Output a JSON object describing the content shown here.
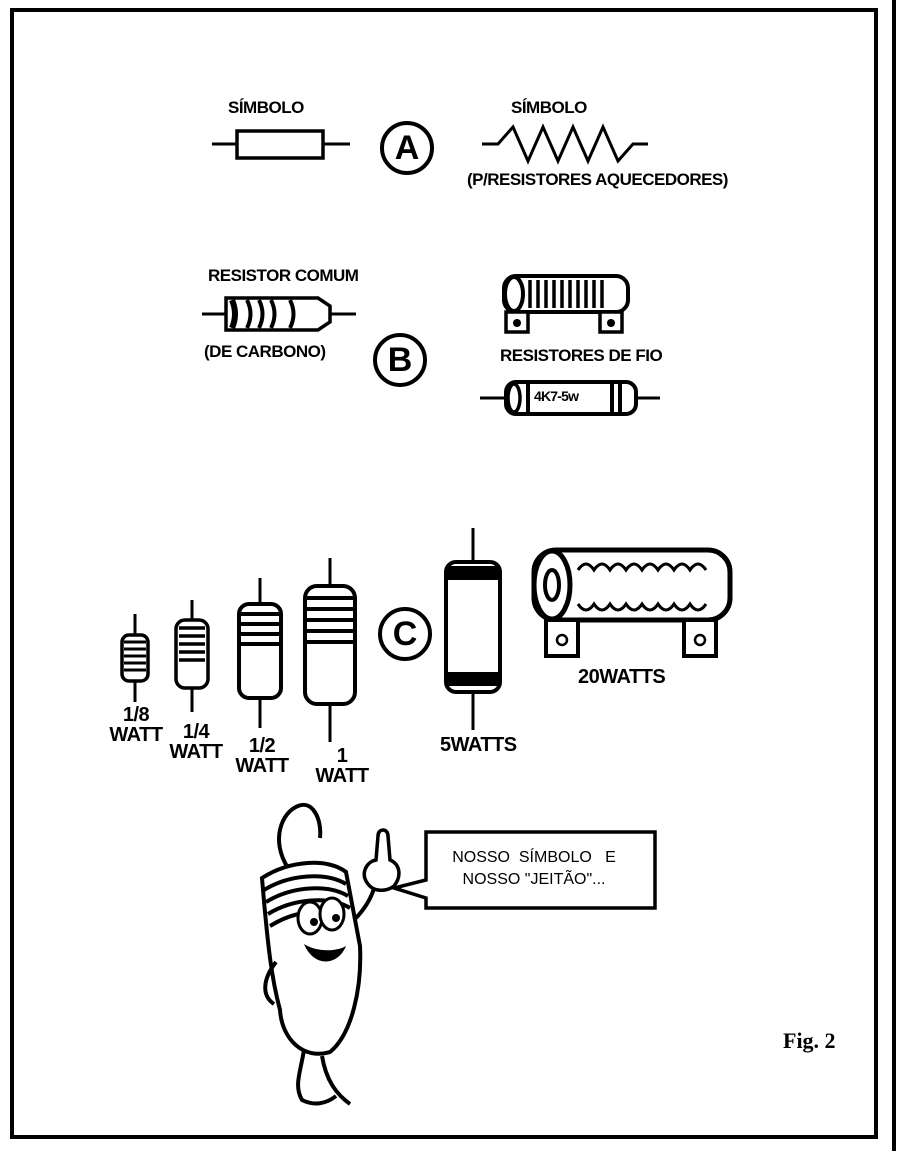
{
  "section_a": {
    "letter": "A",
    "symbol_label": "SÍMBOLO",
    "heater_symbol_label": "SÍMBOLO",
    "heater_caption": "(P/RESISTORES AQUECEDORES)"
  },
  "section_b": {
    "letter": "B",
    "common_label": "RESISTOR COMUM",
    "carbon_label": "(DE CARBONO)",
    "wire_label": "RESISTORES DE FIO",
    "wire_marking": "4K7-5w"
  },
  "section_c": {
    "letter": "C",
    "items": [
      {
        "line1": "1/8",
        "line2": "WATT"
      },
      {
        "line1": "1/4",
        "line2": "WATT"
      },
      {
        "line1": "1/2",
        "line2": "WATT"
      },
      {
        "line1": "1",
        "line2": "WATT"
      }
    ],
    "five_watts": "5WATTS",
    "twenty_watts": "20WATTS"
  },
  "mascot": {
    "speech_line1": "NOSSO  SÍMBOLO   E",
    "speech_line2": "NOSSO \"JEITÃO\"..."
  },
  "figure_label": "Fig. 2"
}
